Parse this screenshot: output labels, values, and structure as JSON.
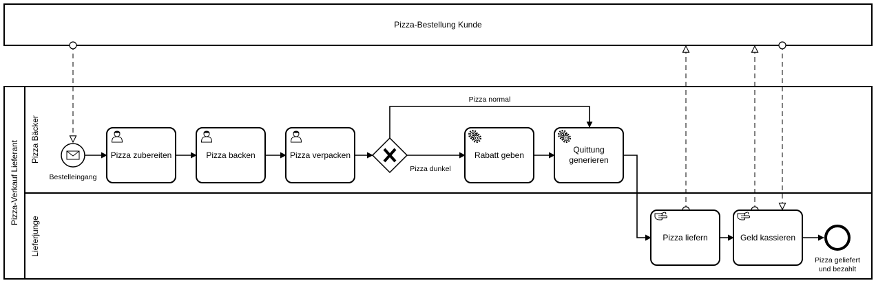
{
  "pool_customer": {
    "label": "Pizza-Bestellung Kunde"
  },
  "pool_supplier": {
    "label": "Pizza-Verkauf Lieferant"
  },
  "lanes": {
    "baker": "Pizza Bäcker",
    "delivery": "Lieferjunge"
  },
  "events": {
    "start": "Bestelleingang",
    "end_line1": "Pizza geliefert",
    "end_line2": "und bezahlt"
  },
  "tasks": {
    "prepare": "Pizza zubereiten",
    "bake": "Pizza backen",
    "pack": "Pizza verpacken",
    "discount": "Rabatt geben",
    "receipt_line1": "Quittung",
    "receipt_line2": "generieren",
    "deliver": "Pizza liefern",
    "collect": "Geld kassieren"
  },
  "gateway": {
    "normal": "Pizza normal",
    "dark": "Pizza dunkel"
  },
  "icons": {
    "start_event": "envelope-icon",
    "user_task": "user-icon",
    "service_task": "gear-icon",
    "manual_task": "hand-icon",
    "gateway": "exclusive-gateway-x-icon"
  }
}
